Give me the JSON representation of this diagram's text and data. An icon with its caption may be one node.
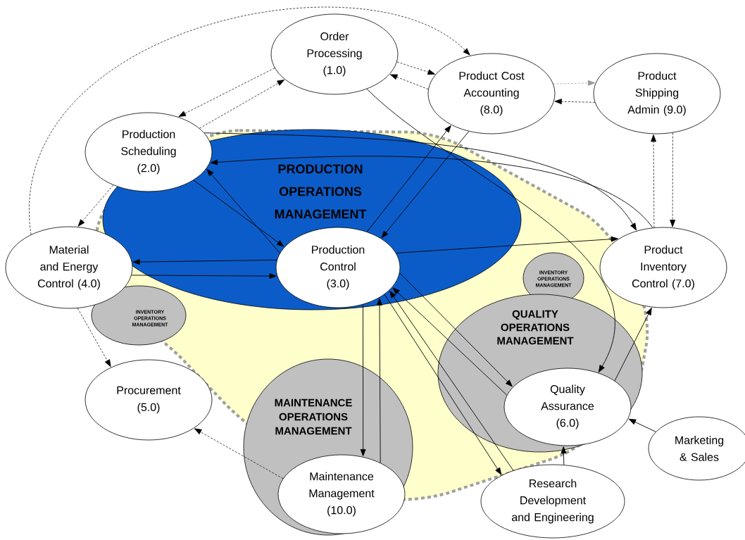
{
  "diagram": {
    "nodes": [
      {
        "text": [
          "PRODUCTION OPERATIONS MANAGEMENT"
        ]
      },
      {
        "text": [
          "INVENTORY OPERATIONS MANAGEMENT"
        ]
      },
      {
        "text": [
          "INVENTORY OPERATIONS MANAGEMENT"
        ]
      },
      {
        "text": [
          "QUALITY OPERATIONS MANAGEMENT"
        ]
      },
      {
        "text": [
          "MAINTENANCE OPERATIONS MANAGEMENT"
        ]
      },
      {
        "text": [
          "Order Processing (1.0)"
        ]
      },
      {
        "text": [
          "Production Scheduling (2.0)"
        ]
      },
      {
        "text": [
          "Production Control (3.0)"
        ],
        "in": 0
      },
      {
        "text": [
          "Material and Energy Control (4.0)"
        ]
      },
      {
        "text": [
          "Procurement (5.0)"
        ]
      },
      {
        "text": [
          "Quality Assurance (6.0)"
        ],
        "in": 3
      },
      {
        "text": [
          "Product Inventory Control (7.0)"
        ]
      },
      {
        "text": [
          "Product Cost Accounting (8.0)"
        ]
      },
      {
        "text": [
          "Product Shipping Admin (9.0)"
        ]
      },
      {
        "text": [
          "Maintenance Management (10.0)"
        ],
        "in": 4
      },
      {
        "text": [
          "Research Development and Engineering"
        ]
      },
      {
        "text": [
          "Marketing & Sales"
        ]
      }
    ],
    "edges": [
      {
        "from": 5,
        "to": 6,
        "arrow": "to",
        "style": "dashed"
      },
      {
        "from": 6,
        "to": 5,
        "arrow": "to",
        "style": "dashed"
      },
      {
        "from": 8,
        "to": 12,
        "arrow": "to",
        "style": "dashed"
      },
      {
        "from": 5,
        "to": 12,
        "arrow": "to",
        "style": "dashed"
      },
      {
        "from": 12,
        "to": 5,
        "arrow": "to",
        "style": "dashed"
      },
      {
        "from": 12,
        "to": 13,
        "arrow": "to",
        "style": "dashed",
        "color": "#999999"
      },
      {
        "from": 13,
        "to": 12,
        "arrow": "to",
        "style": "dashed"
      },
      {
        "from": 6,
        "to": 8,
        "arrow": "to",
        "style": "dashed"
      },
      {
        "from": 8,
        "to": 9,
        "arrow": "to",
        "style": "dashed"
      },
      {
        "from": 14,
        "to": 9,
        "arrow": "to",
        "style": "dashed"
      },
      {
        "from": 11,
        "to": 13,
        "arrow": "to",
        "style": "dashed"
      },
      {
        "from": 13,
        "to": 11,
        "arrow": "to",
        "style": "dashed"
      },
      {
        "from": 6,
        "to": 7,
        "arrow": "to"
      },
      {
        "from": 7,
        "to": 6,
        "arrow": "to"
      },
      {
        "from": 7,
        "to": 8,
        "arrow": "to"
      },
      {
        "from": 8,
        "to": 7,
        "arrow": "to"
      },
      {
        "from": 7,
        "to": 12,
        "arrow": "to"
      },
      {
        "from": 12,
        "to": 7,
        "arrow": "to"
      },
      {
        "from": 6,
        "to": 11,
        "arrow": "to"
      },
      {
        "from": 11,
        "to": 6,
        "arrow": "to"
      },
      {
        "from": 5,
        "to": 10,
        "arrow": "to"
      },
      {
        "from": 7,
        "to": 11,
        "arrow": "to"
      },
      {
        "from": 10,
        "to": 11,
        "arrow": "to"
      },
      {
        "from": 7,
        "to": 10,
        "arrow": "to"
      },
      {
        "from": 10,
        "to": 7,
        "arrow": "to"
      },
      {
        "from": 7,
        "to": 14,
        "arrow": "to"
      },
      {
        "from": 14,
        "to": 7,
        "arrow": "to"
      },
      {
        "from": 7,
        "to": 15,
        "arrow": "to"
      },
      {
        "from": 15,
        "to": 7,
        "arrow": "to"
      },
      {
        "from": 15,
        "to": 10,
        "arrow": "to"
      },
      {
        "from": 16,
        "to": 10,
        "arrow": "to"
      }
    ]
  }
}
